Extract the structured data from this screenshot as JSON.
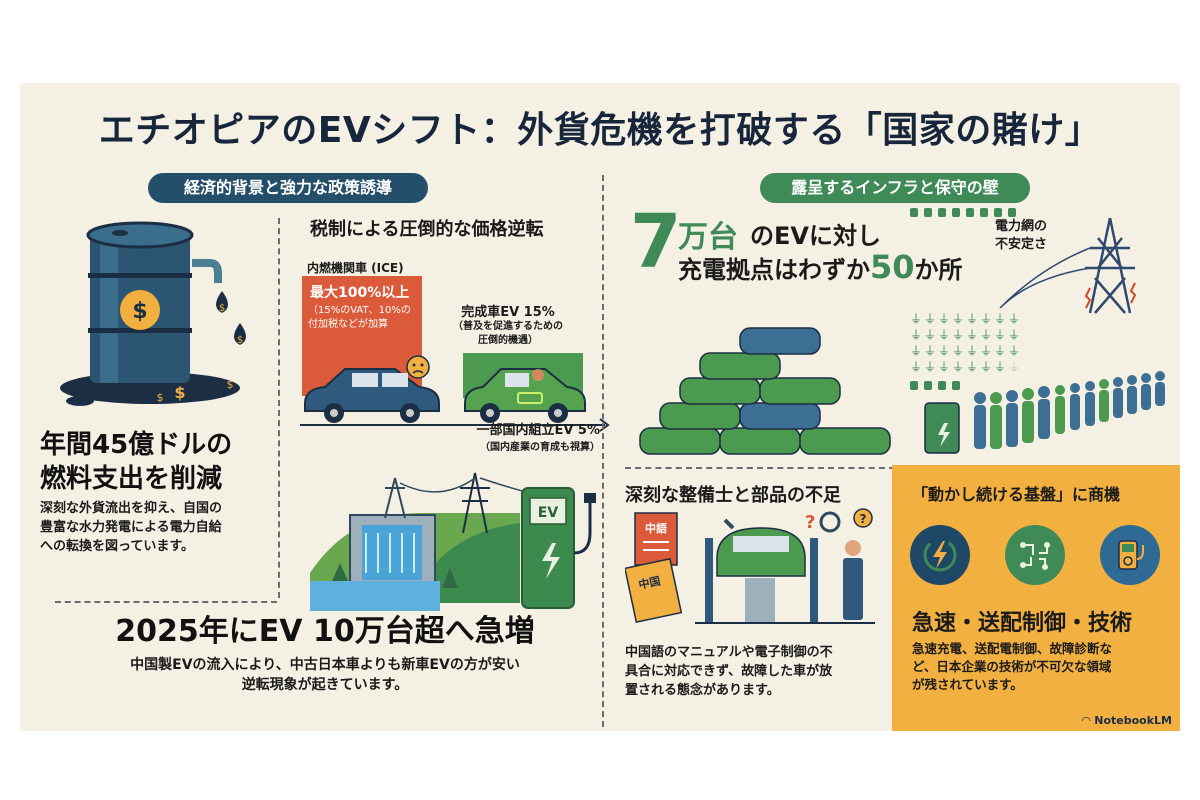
{
  "title": "エチオピアのEVシフト：外貨危機を打破する「国家の賭け」",
  "left_section": {
    "pill_label": "経済的背景と強力な政策誘導",
    "fuel": {
      "headline_line1": "年間45億ドルの",
      "headline_line2": "燃料支出を削減",
      "body_line1": "深刻な外貨流出を抑え、自国の",
      "body_line2": "豊富な水力発電による電力自給",
      "body_line3": "への転換を図っています。"
    },
    "tax": {
      "heading": "税制による圧倒的な価格逆転",
      "ice_label": "内燃機関車 (ICE)",
      "ice_rate": "最大100%以上",
      "ice_note_line1": "（15%のVAT、10%の",
      "ice_note_line2": "付加税などが加算",
      "ev_label": "完成車EV 15%",
      "ev_note_line1": "（普及を促進するための",
      "ev_note_line2": "圧倒的機遇）",
      "local_label": "一部国内組立EV 5%",
      "local_note": "（国内産業の育成も視算）",
      "ev_station_text": "EV"
    },
    "growth": {
      "headline": "2025年にEV 10万台超へ急増",
      "body_line1": "中国製EVの流入により、中古日本車よりも新車EVの方が安い",
      "body_line2": "逆転現象が起きています。"
    }
  },
  "right_section": {
    "pill_label": "露呈するインフラと保守の壁",
    "charging": {
      "big_number": "7",
      "unit": "万台",
      "line1_rest": "のEVに対し",
      "line2_prefix": "充電拠点はわずか",
      "line2_number": "50",
      "line2_suffix": "か所",
      "grid_label_line1": "電力網の",
      "grid_label_line2": "不安定さ",
      "plug_count": 32
    },
    "maintenance": {
      "heading": "深刻な整備士と部品の不足",
      "book1": "中語",
      "book2": "中国",
      "body_line1": "中国語のマニュアルや電子制御の不",
      "body_line2": "具合に対応できず、故障した車が放",
      "body_line3": "置される態念があります。"
    },
    "opportunity": {
      "heading": "「動かし続ける基盤」に商機",
      "icons": [
        "fast-charging-icon",
        "circuit-control-icon",
        "diagnostic-meter-icon"
      ],
      "headline": "急速・送配制御・技術",
      "body_line1": "急速充電、送配電制御、故障診断な",
      "body_line2": "ど、日本企業の技術が不可欠な領域",
      "body_line3": "が残されています。"
    }
  },
  "footer": {
    "brand": "NotebookLM"
  },
  "colors": {
    "background": "#f4f0e3",
    "navy": "#254e6a",
    "green": "#3f8a57",
    "red": "#db5a3a",
    "orange": "#f2b041",
    "text": "#17263a"
  }
}
